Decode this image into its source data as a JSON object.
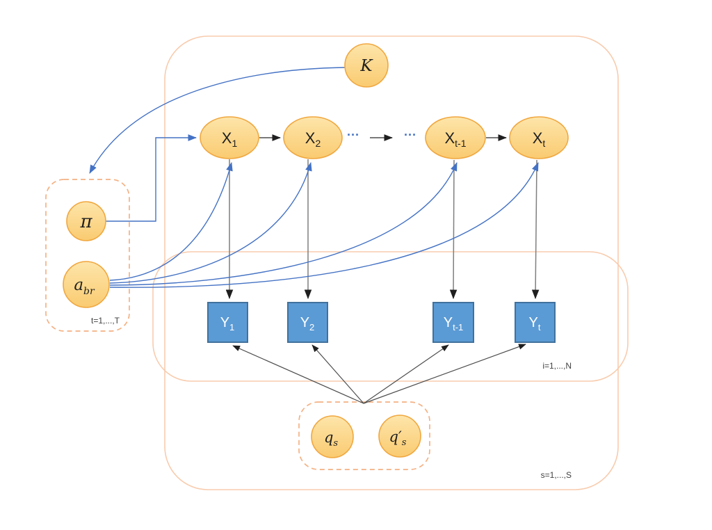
{
  "diagram": {
    "nodes": {
      "k": {
        "label": "K"
      },
      "x1": {
        "base": "X",
        "sub": "1"
      },
      "x2": {
        "base": "X",
        "sub": "2"
      },
      "xt1": {
        "base": "X",
        "sub": "t-1"
      },
      "xt": {
        "base": "X",
        "sub": "t"
      },
      "y1": {
        "base": "Y",
        "sub": "1"
      },
      "y2": {
        "base": "Y",
        "sub": "2"
      },
      "yt1": {
        "base": "Y",
        "sub": "t-1"
      },
      "yt": {
        "base": "Y",
        "sub": "t"
      },
      "pi": {
        "label": "π"
      },
      "abr": {
        "base": "a",
        "sub": "br"
      },
      "qs": {
        "base": "q",
        "sub": "s"
      },
      "qprimes": {
        "base": "q′",
        "sub": "s"
      }
    },
    "plates": {
      "t": {
        "label": "t=1,...,T"
      },
      "i": {
        "label": "i=1,...,N"
      },
      "s": {
        "label": "s=1,...,S"
      }
    },
    "ellipsis": "···",
    "colors": {
      "node_fill": "#FBD182",
      "node_stroke": "#F0A73F",
      "square_fill": "#5B9BD5",
      "square_stroke": "#41719C",
      "edge_blue": "#4472C4",
      "edge_dark": "#4D4D4D",
      "edge_gray": "#7F7F7F",
      "plate_border": "#F8CBAD",
      "dashed_plate_border": "#F4B183"
    }
  }
}
